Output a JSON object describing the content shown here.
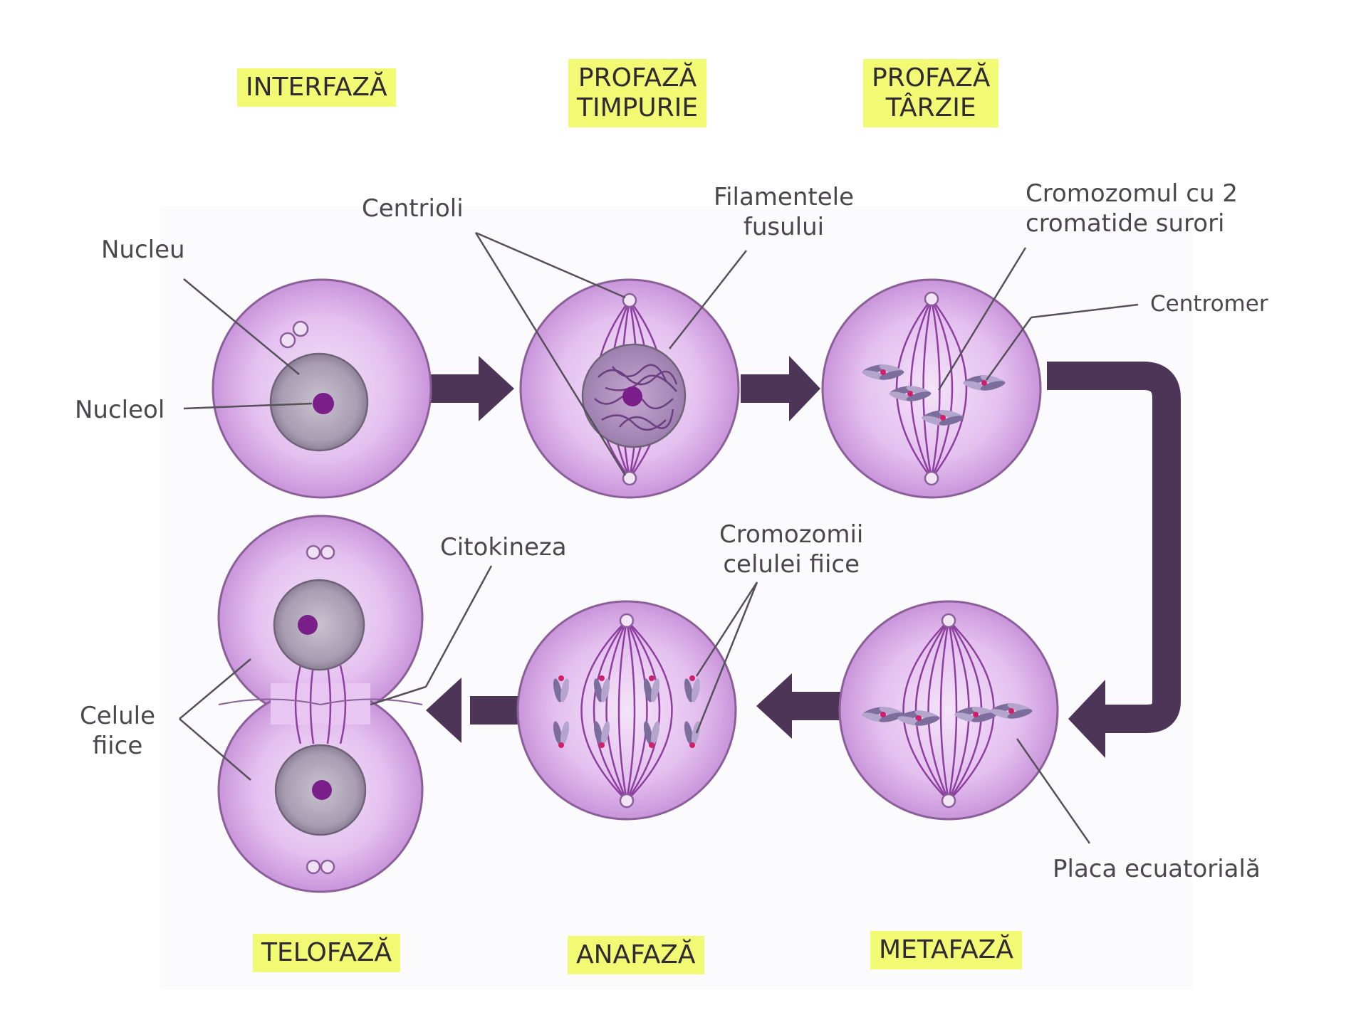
{
  "phases": {
    "interphase": "INTERFAZĂ",
    "early_prophase_1": "PROFAZĂ",
    "early_prophase_2": "TIMPURIE",
    "late_prophase_1": "PROFAZĂ",
    "late_prophase_2": "TÂRZIE",
    "metaphase": "METAFAZĂ",
    "anaphase": "ANAFAZĂ",
    "telophase": "TELOFAZĂ"
  },
  "labels": {
    "nucleus": "Nucleu",
    "nucleolus": "Nucleol",
    "centrioles": "Centrioli",
    "spindle_1": "Filamentele",
    "spindle_2": "fusului",
    "chromosome_1": "Cromozomul cu 2",
    "chromosome_2": "cromatide surori",
    "centromere": "Centromer",
    "cytokinesis": "Citokineza",
    "daughter_chromosomes_1": "Cromozomii",
    "daughter_chromosomes_2": "celulei fiice",
    "daughter_cells_1": "Celule",
    "daughter_cells_2": "fiice",
    "equatorial_plate": "Placa ecuatorială"
  },
  "colors": {
    "highlight": "#f2fa74",
    "cell_fill": "#e9c8f2",
    "cell_edge": "#8a5f9a",
    "nucleus": "#a59ab0",
    "nucleolus": "#7a1f8a",
    "arrow": "#4d3558",
    "spindle": "#8d3fa0",
    "chromosome": "#7a6a9a",
    "centromere": "#d0206c"
  }
}
